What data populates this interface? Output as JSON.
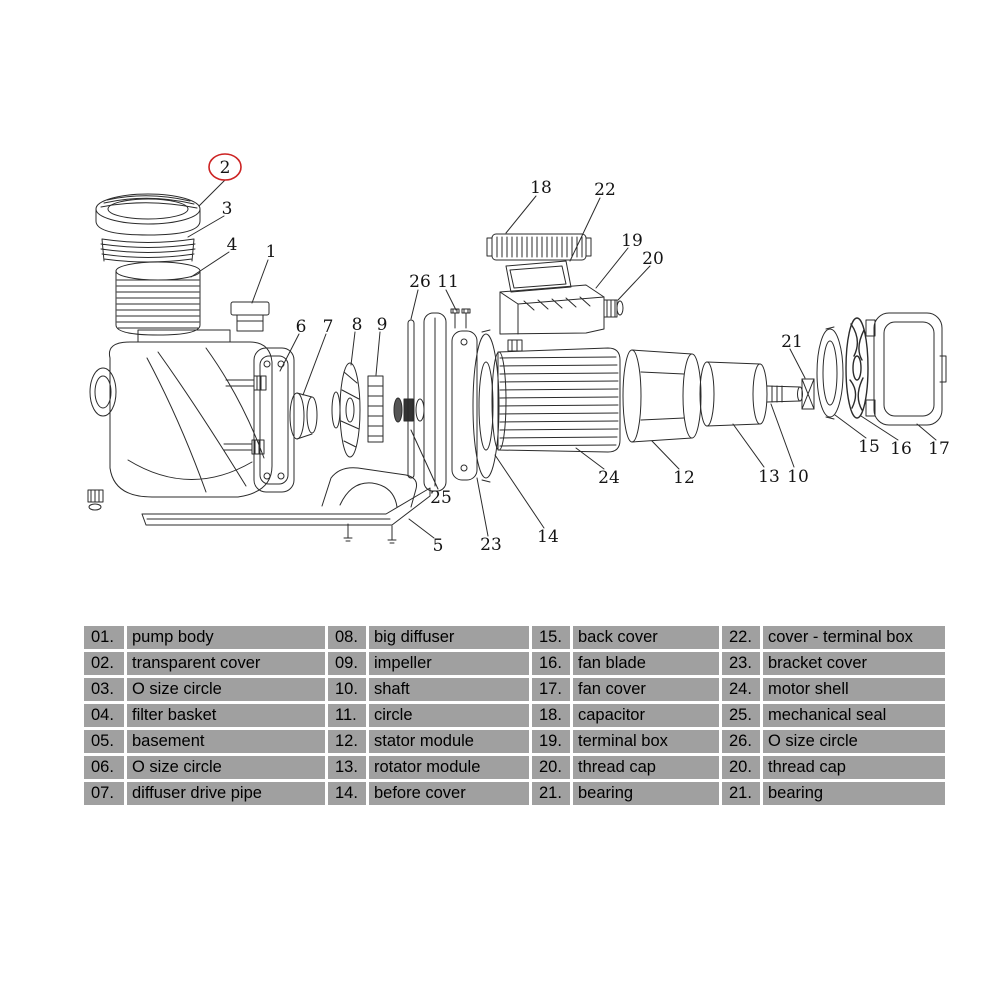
{
  "diagram": {
    "callouts": {
      "1": "1",
      "2": "2",
      "3": "3",
      "4": "4",
      "5": "5",
      "6": "6",
      "7": "7",
      "8": "8",
      "9": "9",
      "10": "10",
      "11": "11",
      "12": "12",
      "13": "13",
      "14": "14",
      "15": "15",
      "16": "16",
      "17": "17",
      "18": "18",
      "19": "19",
      "20": "20",
      "21": "21",
      "22": "22",
      "23": "23",
      "24": "24",
      "25": "25",
      "26": "26"
    },
    "highlighted_callout": "2",
    "colors": {
      "line": "#2b2b2b",
      "highlight": "#cc2222"
    }
  },
  "parts_table": {
    "cell_background": "#a0a0a0",
    "rows": [
      [
        {
          "num": "01.",
          "name": "pump body"
        },
        {
          "num": "08.",
          "name": "big diffuser"
        },
        {
          "num": "15.",
          "name": "back cover"
        },
        {
          "num": "22.",
          "name": "cover - terminal box"
        }
      ],
      [
        {
          "num": "02.",
          "name": "transparent cover"
        },
        {
          "num": "09.",
          "name": "impeller"
        },
        {
          "num": "16.",
          "name": "fan blade"
        },
        {
          "num": "23.",
          "name": "bracket cover"
        }
      ],
      [
        {
          "num": "03.",
          "name": "O size circle"
        },
        {
          "num": "10.",
          "name": "shaft"
        },
        {
          "num": "17.",
          "name": "fan cover"
        },
        {
          "num": "24.",
          "name": "motor shell"
        }
      ],
      [
        {
          "num": "04.",
          "name": "filter basket"
        },
        {
          "num": "11.",
          "name": "circle"
        },
        {
          "num": "18.",
          "name": "capacitor"
        },
        {
          "num": "25.",
          "name": "mechanical seal"
        }
      ],
      [
        {
          "num": "05.",
          "name": "basement"
        },
        {
          "num": "12.",
          "name": "stator module"
        },
        {
          "num": "19.",
          "name": "terminal box"
        },
        {
          "num": "26.",
          "name": "O size circle"
        }
      ],
      [
        {
          "num": "06.",
          "name": "O size circle"
        },
        {
          "num": "13.",
          "name": "rotator module"
        },
        {
          "num": "20.",
          "name": "thread cap"
        },
        {
          "num": "20.",
          "name": "thread cap"
        }
      ],
      [
        {
          "num": "07.",
          "name": "diffuser drive pipe"
        },
        {
          "num": "14.",
          "name": "before cover"
        },
        {
          "num": "21.",
          "name": "bearing"
        },
        {
          "num": "21.",
          "name": "bearing"
        }
      ]
    ]
  }
}
